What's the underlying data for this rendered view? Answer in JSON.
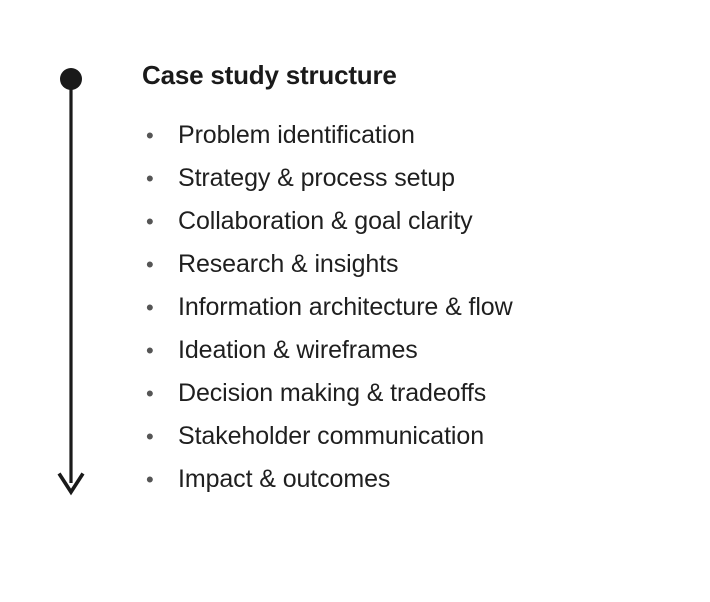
{
  "slide": {
    "background_color": "#ffffff",
    "title": "Case study structure",
    "title_color": "#1a1a1a",
    "text_color": "#1f1f1f",
    "bullet_color": "#555555"
  },
  "timeline": {
    "name": "vertical-progress-arrow",
    "stroke_color": "#1a1a1a",
    "start_marker": "filled-circle",
    "end_marker": "arrowhead-down"
  },
  "list": {
    "bullet_glyph": "•",
    "items": [
      {
        "label": "Problem identification"
      },
      {
        "label": "Strategy & process setup"
      },
      {
        "label": "Collaboration & goal clarity"
      },
      {
        "label": "Research & insights"
      },
      {
        "label": "Information architecture & flow"
      },
      {
        "label": "Ideation & wireframes"
      },
      {
        "label": "Decision making & tradeoffs"
      },
      {
        "label": "Stakeholder communication"
      },
      {
        "label": "Impact & outcomes"
      }
    ]
  }
}
